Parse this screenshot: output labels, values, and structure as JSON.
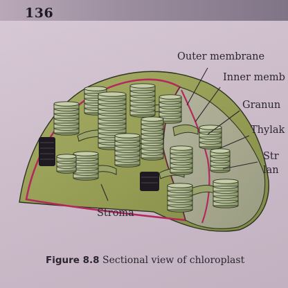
{
  "page": {
    "number": "136"
  },
  "figure": {
    "labels": {
      "outer_membrane": "Outer membrane",
      "inner_membrane": "Inner memb",
      "granum": "Granun",
      "thylakoid": "Thylak",
      "stroma_lamellae_line1": "Str",
      "stroma_lamellae_line2": "lan",
      "stroma": "Stroma"
    },
    "caption": {
      "number": "Figure 8.8",
      "text": "Sectional view of chloroplast"
    }
  },
  "colors": {
    "stroma_fill": "#9ca25a",
    "granum_fill": "#a9b48a",
    "membrane_outline": "#b22a5c",
    "thylakoid_dark": "#1f1a22"
  }
}
